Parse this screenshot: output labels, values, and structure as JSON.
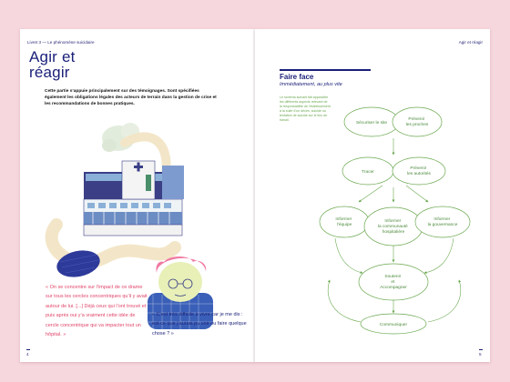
{
  "left_page": {
    "running_head": "Livret 3 — Le phénomène suicidaire",
    "title_line1": "Agir et",
    "title_line2": "réagir",
    "intro": "Cette partie s’appuie principalement sur des témoignages. Sont spécifiées également les obligations légales des acteurs de terrain dans la gestion de crise et les recommandations de bonnes pratiques.",
    "quote_left": "« On se concentre sur l’impact de ce drame sur tous les cercles concentriques qu’il y avait autour de lui. [...] Déjà ceux qui l’ont trouvé et puis après oui y’a vraiment cette idée de cercle concentrique qui va impacter tout un hôpital. »",
    "quote_right": "« C’est très difficile à vivre car je me dis : est-ce que j’aurais pu voir ou faire quelque chose ? »",
    "page_number": "4"
  },
  "right_page": {
    "running_head": "Agir et réagir",
    "section_title": "Faire face",
    "section_subtitle": "Immédiatement, au plus vite",
    "body_text": "Le schéma suivant fait apparaître les différents aspects relevant de la responsabilité de l’établissement à la suite d’un décès, suicide ou tentative de suicide sur le lieu de travail.",
    "page_number": "5"
  },
  "diagram": {
    "nodes": [
      {
        "id": "securiser",
        "label": [
          "Sécuriser le site"
        ]
      },
      {
        "id": "prevenir-proches",
        "label": [
          "Prévenir",
          "les proches"
        ]
      },
      {
        "id": "tracer",
        "label": [
          "Tracer"
        ]
      },
      {
        "id": "prevenir-autorites",
        "label": [
          "Prévenir",
          "les autorités"
        ]
      },
      {
        "id": "informer-equipe",
        "label": [
          "Informer",
          "l’équipe"
        ]
      },
      {
        "id": "informer-communaute",
        "label": [
          "Informer",
          "la communauté",
          "hospitalière"
        ]
      },
      {
        "id": "informer-gouvernance",
        "label": [
          "Informer",
          "la gouvernance"
        ]
      },
      {
        "id": "soutenir",
        "label": [
          "Soutenir",
          "et",
          "Accompagner"
        ]
      },
      {
        "id": "communiquer",
        "label": [
          "Communiquer"
        ]
      }
    ]
  },
  "colors": {
    "background": "#f6d7dd",
    "navy": "#1a1f78",
    "pink": "#e0456a",
    "green": "#6aa84f"
  }
}
